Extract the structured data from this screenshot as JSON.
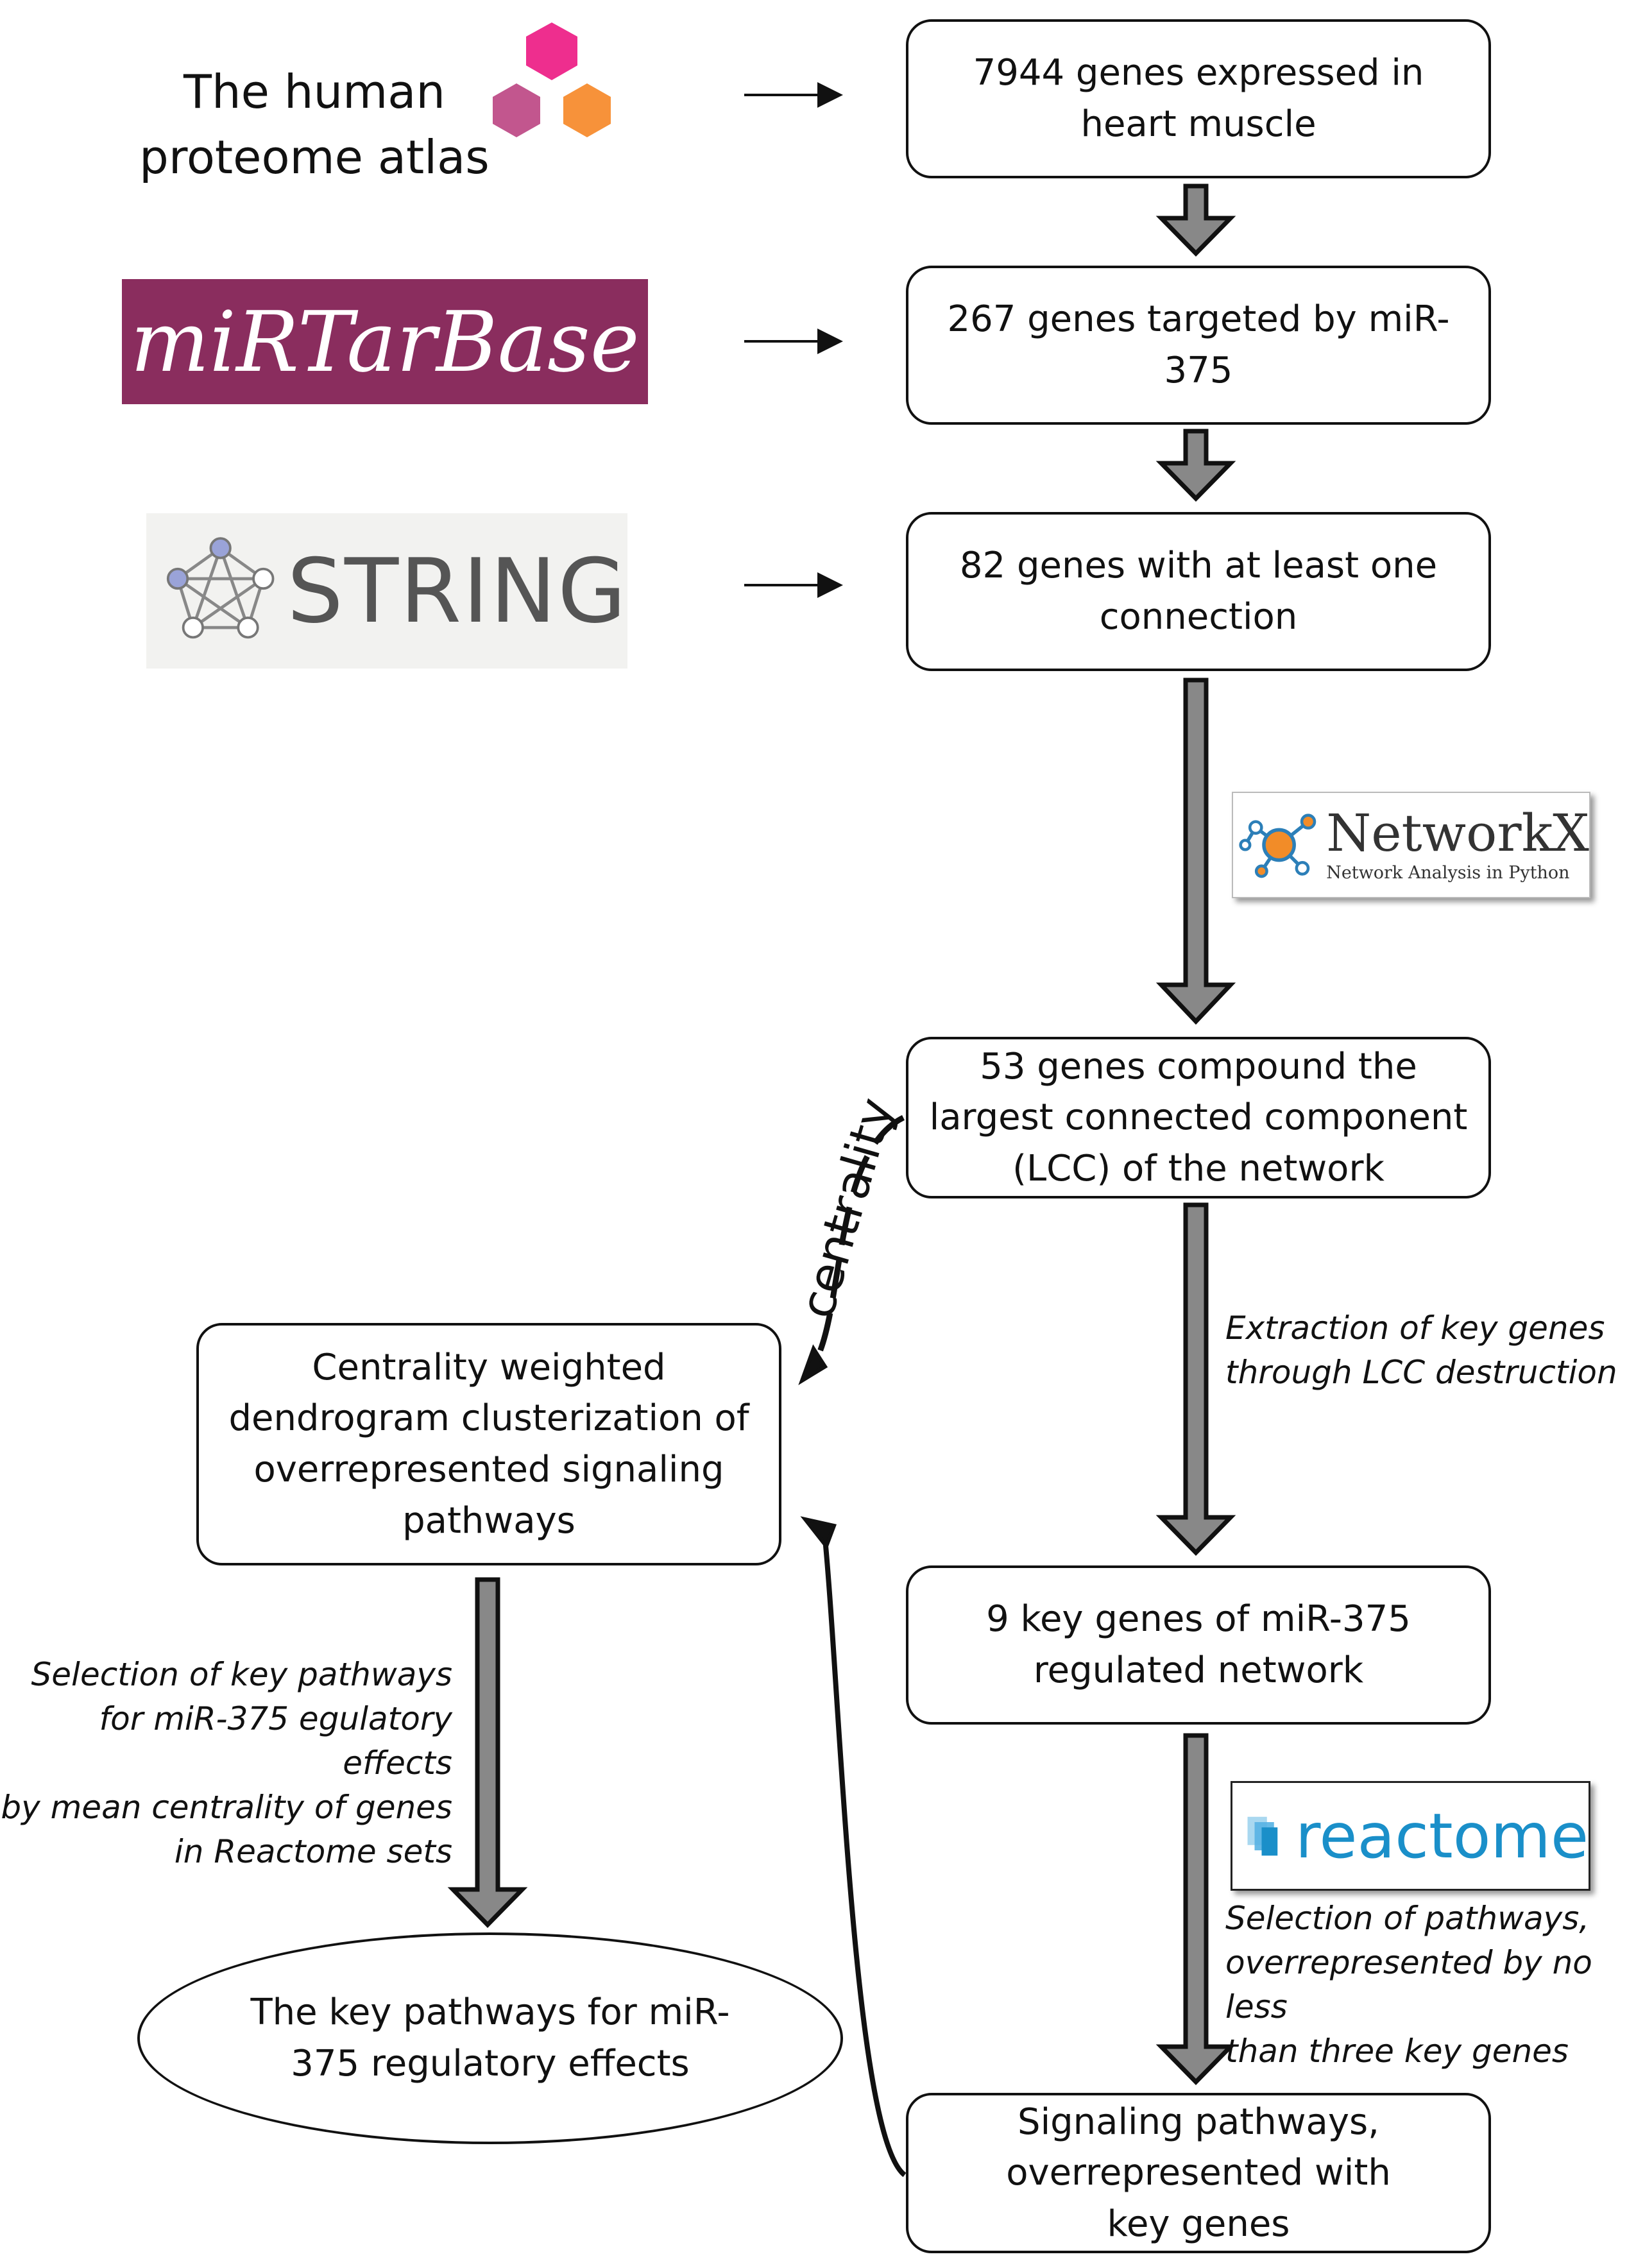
{
  "logos": {
    "hpa": {
      "line1": "The human",
      "line2": "proteome atlas",
      "colors": [
        "#ee2e8e",
        "#c2568e",
        "#f7923a"
      ]
    },
    "mirtarbase": {
      "text": "miRTarBase",
      "bg": "#8a2d5e",
      "accent": "#f5b335"
    },
    "string": {
      "text": "STRING"
    },
    "networkx": {
      "title": "NetworkX",
      "subtitle": "Network Analysis in Python"
    },
    "reactome": {
      "text": "reactome",
      "color": "#1a8fc9"
    }
  },
  "boxes": {
    "b1": [
      "7944 genes expressed in",
      "heart muscle"
    ],
    "b2": [
      "267 genes targeted by miR-375"
    ],
    "b3": [
      "82 genes with at least one",
      "connection"
    ],
    "b4": [
      "53 genes compound the",
      "largest connected component",
      "(LCC) of the network"
    ],
    "b5": [
      "9 key genes of miR-375",
      "regulated network"
    ],
    "b6": [
      "Signaling pathways,",
      "overrepresented with",
      "key genes"
    ],
    "b7": [
      "Centrality weighted",
      "dendrogram clusterization of",
      "overrepresented signaling",
      "pathways"
    ],
    "b8": [
      "The key pathways for miR-",
      "375 regulatory effects"
    ]
  },
  "notes": {
    "n1": [
      "Extraction of key genes",
      "through LCC destruction"
    ],
    "n2": [
      "Selection of pathways,",
      "overrepresented by no less",
      "than three key genes"
    ],
    "n3": [
      "Selection of key pathways",
      "for miR-375 egulatory effects",
      "by mean centrality of genes",
      "in Reactome sets"
    ]
  },
  "centrality_label": "centrality"
}
